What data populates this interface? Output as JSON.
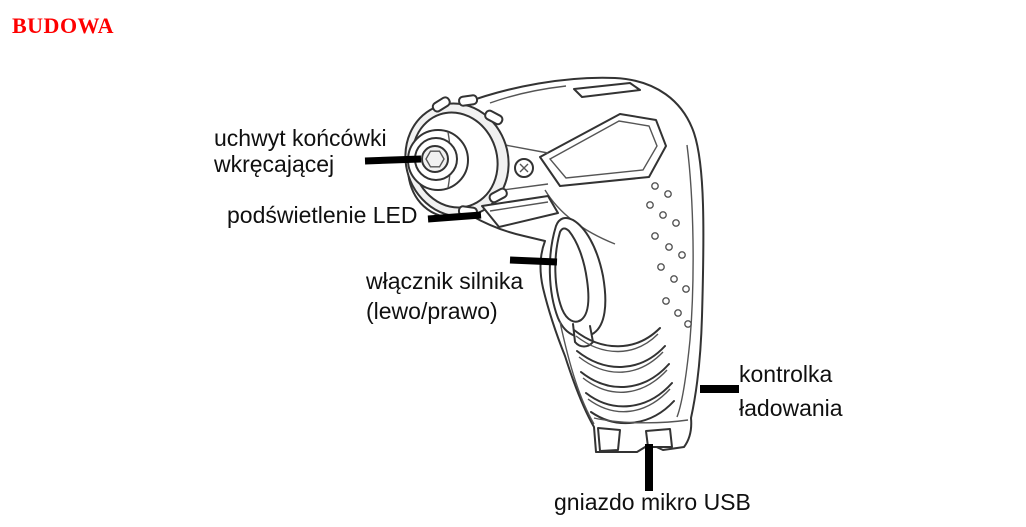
{
  "title": "BUDOWA",
  "colors": {
    "title": "#fe0000",
    "label_text": "#101010",
    "leader_line": "#000000",
    "art_stroke": "#333333"
  },
  "diagram": {
    "subject": "cordless screwdriver line drawing",
    "labels": {
      "bit_holder": {
        "line1": "uchwyt końcówki",
        "line2": "wkręcającej"
      },
      "led": {
        "line1": "podświetlenie LED"
      },
      "motor_switch": {
        "line1": "włącznik silnika",
        "line2": "(lewo/prawo)"
      },
      "charging_indicator": {
        "line1": "kontrolka",
        "line2": "ładowania"
      },
      "usb_socket": {
        "line1": "gniazdo mikro USB"
      }
    }
  }
}
